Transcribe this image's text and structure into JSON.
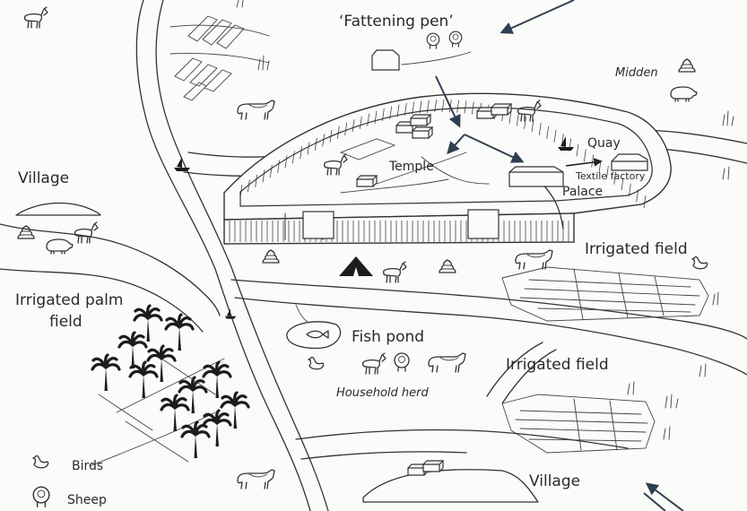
{
  "labels": {
    "fattening_pen": "‘Fattening pen’",
    "midden": "Midden",
    "village_west": "Village",
    "quay": "Quay",
    "temple": "Temple",
    "textile_factory": "Textile factory",
    "palace": "Palace",
    "irrigated_field_upper": "Irrigated field",
    "irrigated_palm_line1": "Irrigated palm",
    "irrigated_palm_line2": "field",
    "fish_pond": "Fish pond",
    "household_herd": "Household herd",
    "irrigated_field_lower": "Irrigated field",
    "village_south": "Village"
  },
  "legend": [
    {
      "icon": "bird-icon",
      "label": "Birds"
    },
    {
      "icon": "sheep-icon",
      "label": "Sheep"
    }
  ],
  "colors": {
    "ink": "#333333",
    "arrow": "#2f3f52",
    "paper": "#fbfbf9"
  }
}
